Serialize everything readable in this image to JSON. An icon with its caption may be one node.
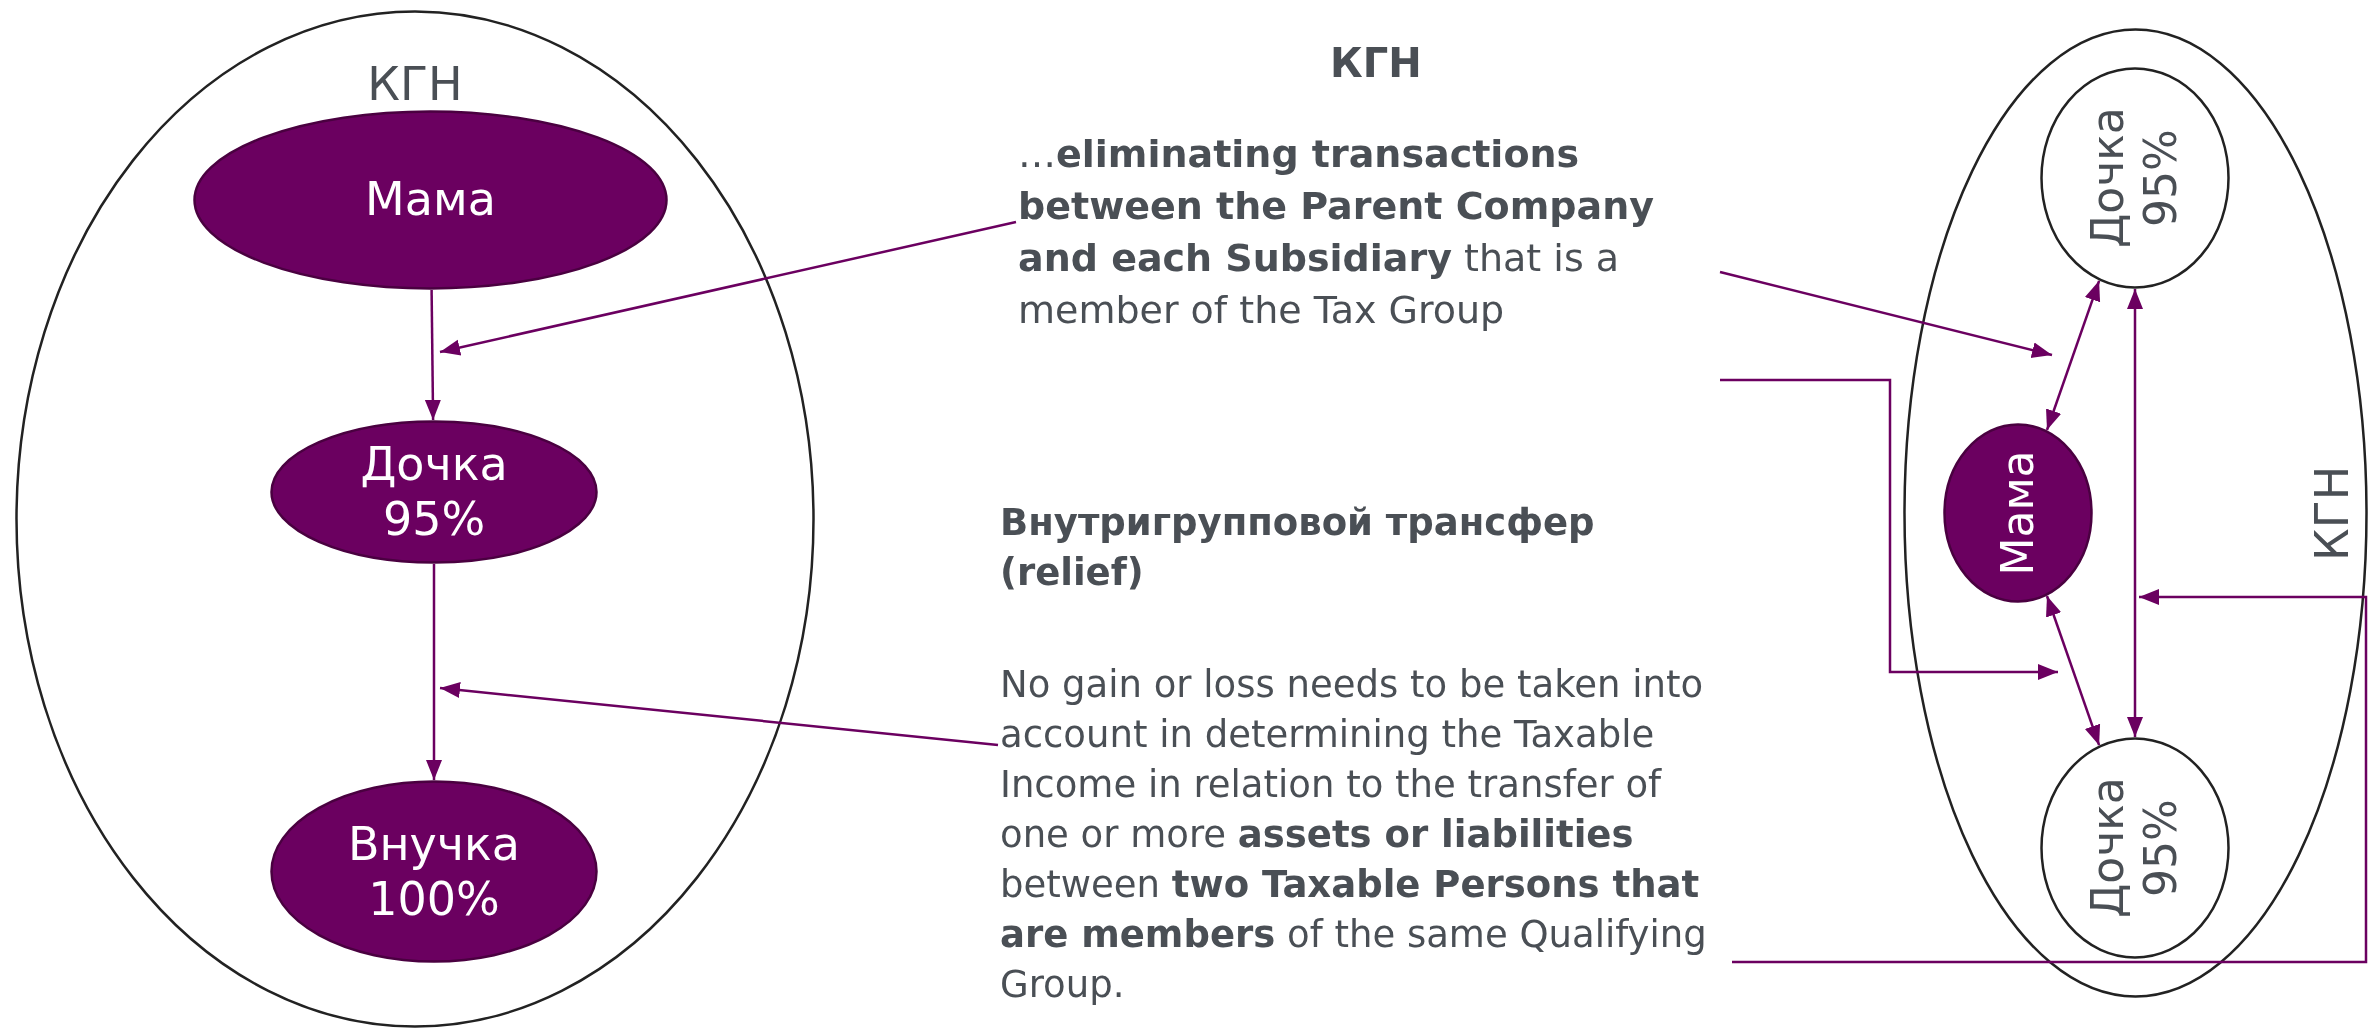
{
  "diagram": {
    "title": "КГН",
    "nodes": [
      {
        "text": [
          "КГН"
        ]
      },
      {
        "text": [
          "Мама"
        ],
        "in": 0
      },
      {
        "text": [
          "Дочка 95%"
        ],
        "in": 0
      },
      {
        "text": [
          "Внучка 100%"
        ],
        "in": 0
      },
      {
        "text": [
          "…**eliminating transactions between the Parent Company and each Subsidiary** that is a member of the Tax Group"
        ]
      },
      {
        "text": [
          "Внутригрупповой трансфер (relief)",
          "No gain or loss needs to be taken into account in determining the Taxable Income in relation to the transfer of one or more **assets or liabilities** between **two Taxable Persons that are members** of the same Qualifying Group."
        ]
      },
      {
        "text": [
          "КГН"
        ]
      },
      {
        "text": [
          "Дочка 95%"
        ],
        "in": 6
      },
      {
        "text": [
          "Мама"
        ],
        "in": 6
      },
      {
        "text": [
          "Дочка 95%"
        ],
        "in": 6
      }
    ],
    "edges": [
      {
        "from": 1,
        "to": 2,
        "arrow": "to"
      },
      {
        "from": 2,
        "to": 3,
        "arrow": "to"
      },
      {
        "from": 4,
        "to": null,
        "arrow": "to"
      },
      {
        "from": 4,
        "to": null,
        "arrow": "to"
      },
      {
        "from": 4,
        "to": null,
        "arrow": "to"
      },
      {
        "from": 5,
        "to": null,
        "arrow": "to"
      },
      {
        "from": 5,
        "to": null,
        "arrow": "to"
      },
      {
        "from": 8,
        "to": 7,
        "arrow": "both"
      },
      {
        "from": 8,
        "to": 9,
        "arrow": "both"
      },
      {
        "from": 7,
        "to": 9,
        "arrow": "both"
      }
    ]
  }
}
